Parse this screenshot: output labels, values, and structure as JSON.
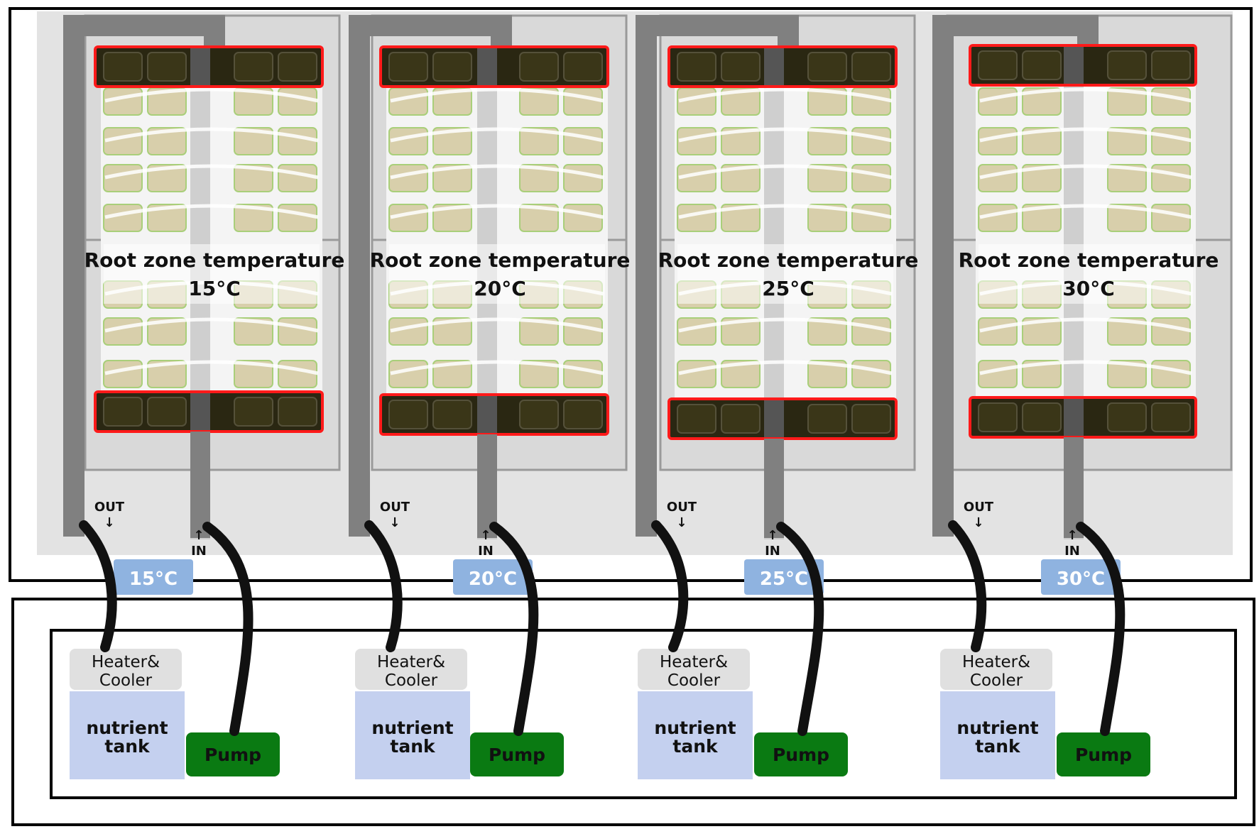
{
  "labels": {
    "root_zone_temperature": "Root zone temperature",
    "out": "OUT",
    "in": "IN",
    "heater_cooler_line1": "Heater&",
    "heater_cooler_line2": "Cooler",
    "nutrient_line1": "nutrient",
    "nutrient_line2": "tank",
    "pump": "Pump",
    "out_arrow": "↓",
    "in_arrow": "↑"
  },
  "units": [
    {
      "temperature": "15°C"
    },
    {
      "temperature": "20°C"
    },
    {
      "temperature": "25°C"
    },
    {
      "temperature": "30°C"
    }
  ],
  "colors": {
    "frame_fill": "#e3e3e3",
    "frame_stroke": "#000000",
    "pipe_gray": "#808080",
    "hose_black": "#111111",
    "tray_cell": "#d8cfab",
    "tray_cell_border": "#a9cf7a",
    "dark_cell": "#2a2712",
    "highlight_red": "#ff1a1a",
    "temp_tag": "#8fb3e0",
    "heater_box": "#e0e0e0",
    "nutrient_box": "#c4d0ef",
    "pump_box": "#0a7a12"
  },
  "icons": {
    "out_arrow": "down-arrow-icon",
    "in_arrow": "up-arrow-icon"
  }
}
